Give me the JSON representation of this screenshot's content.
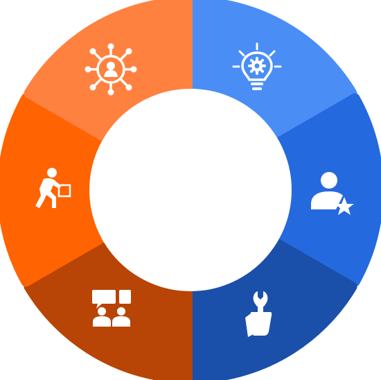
{
  "diagram": {
    "segments": [
      {
        "id": "top-right",
        "color": "#4a8ef5",
        "icon": "idea-gear-lightbulb-icon"
      },
      {
        "id": "right",
        "color": "#2569de",
        "icon": "user-star-icon"
      },
      {
        "id": "bottom-right",
        "color": "#1a4faa",
        "icon": "hand-wrench-icon"
      },
      {
        "id": "bottom-left",
        "color": "#b84406",
        "icon": "team-meeting-icon"
      },
      {
        "id": "left",
        "color": "#ff6302",
        "icon": "person-carrying-box-icon"
      },
      {
        "id": "top-left",
        "color": "#ff8140",
        "icon": "user-network-icon"
      }
    ],
    "center_color": "#ffffff",
    "icon_color": "#ffffff"
  }
}
